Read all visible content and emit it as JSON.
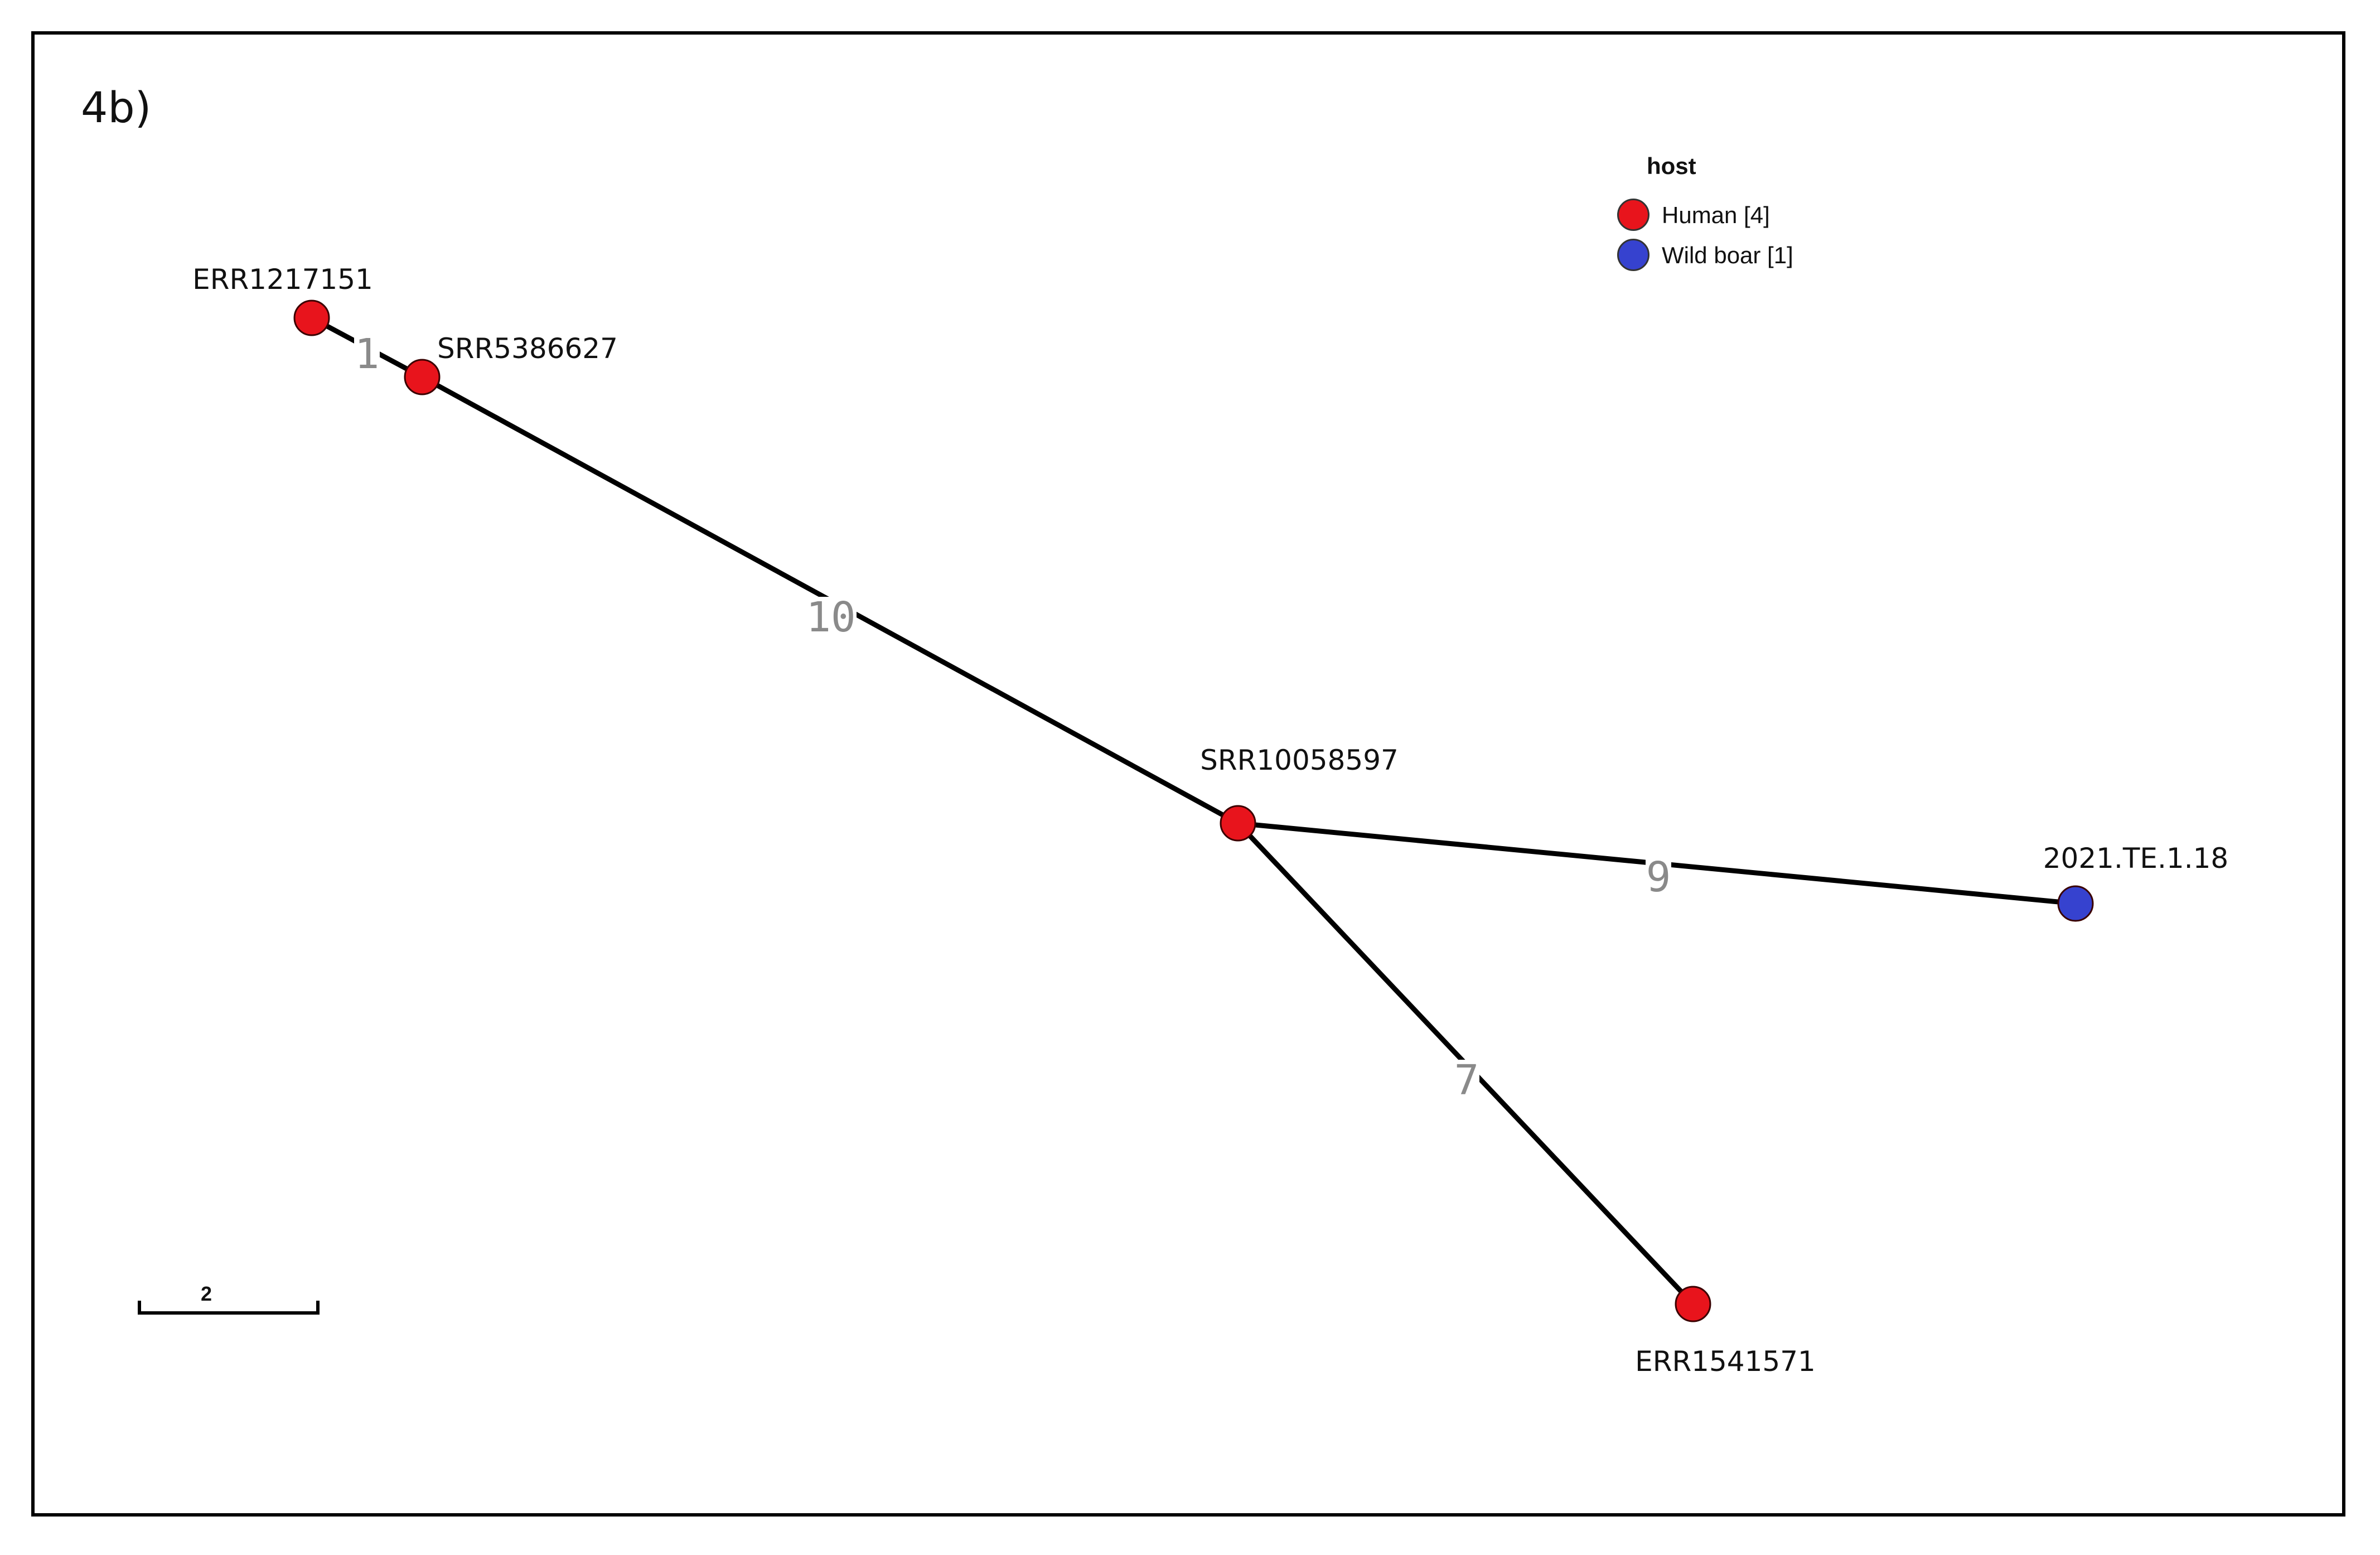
{
  "panel_label": "4b)",
  "legend": {
    "title": "host",
    "items": [
      {
        "label": "Human [4]",
        "color": "#e8141c"
      },
      {
        "label": "Wild boar [1]",
        "color": "#3642cf"
      }
    ]
  },
  "colors": {
    "human": "#e8141c",
    "wild_boar": "#3642cf",
    "edge": "#000000",
    "edge_label": "#8a8a8a"
  },
  "nodes": [
    {
      "id": "ERR1217151",
      "label": "ERR1217151",
      "host": "human"
    },
    {
      "id": "SRR5386627",
      "label": "SRR5386627",
      "host": "human"
    },
    {
      "id": "SRR10058597",
      "label": "SRR10058597",
      "host": "human"
    },
    {
      "id": "2021.TE.1.18",
      "label": "2021.TE.1.18",
      "host": "wild_boar"
    },
    {
      "id": "ERR1541571",
      "label": "ERR1541571",
      "host": "human"
    }
  ],
  "edges": [
    {
      "source": "ERR1217151",
      "target": "SRR5386627",
      "distance": "1"
    },
    {
      "source": "SRR5386627",
      "target": "SRR10058597",
      "distance": "10"
    },
    {
      "source": "SRR10058597",
      "target": "2021.TE.1.18",
      "distance": "9"
    },
    {
      "source": "SRR10058597",
      "target": "ERR1541571",
      "distance": "7"
    }
  ],
  "scale_bar": {
    "label": "2"
  }
}
